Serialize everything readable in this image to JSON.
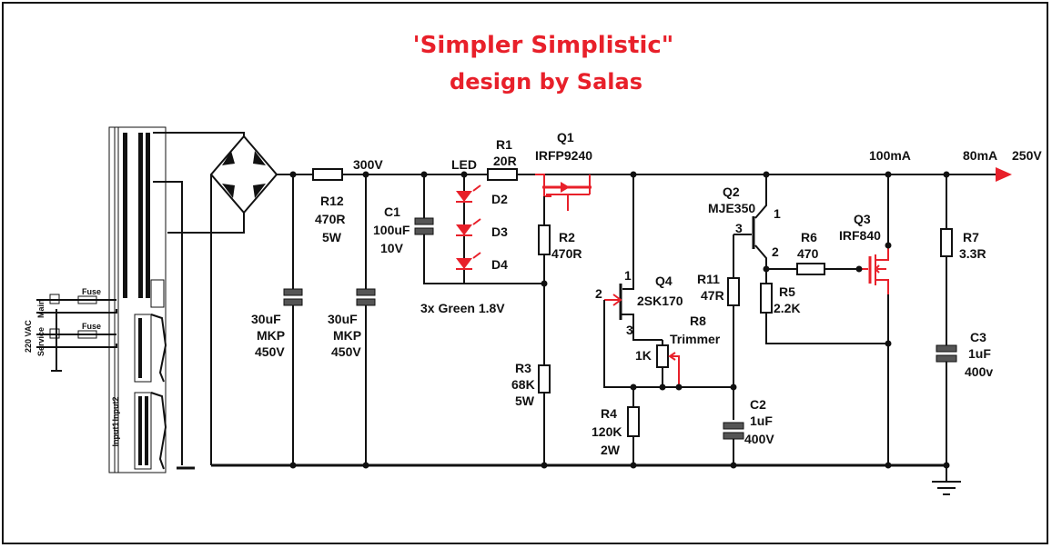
{
  "title": "'Simpler Simplistic\"",
  "subtitle": "design by Salas",
  "colors": {
    "accent": "#e8202a",
    "wire": "#111111"
  },
  "mains": {
    "voltage": "220 VAC",
    "main": "Main",
    "service": "Service",
    "fuse1": "Fuse",
    "fuse2": "Fuse",
    "input1": "Input1",
    "input2": "Input2"
  },
  "rails": {
    "v300": "300V",
    "led": "LED",
    "i100": "100mA",
    "i80": "80mA",
    "out": "250V"
  },
  "components": {
    "r1": {
      "ref": "R1",
      "value": "20R"
    },
    "q1": {
      "ref": "Q1",
      "value": "IRFP9240"
    },
    "r12": {
      "ref": "R12",
      "value": "470R",
      "rating": "5W"
    },
    "c1": {
      "ref": "C1",
      "value": "100uF",
      "rating": "10V"
    },
    "d2": "D2",
    "d3": "D3",
    "d4": "D4",
    "leds_note": "3x Green 1.8V",
    "r2": {
      "ref": "R2",
      "value": "470R"
    },
    "cap_a": {
      "value": "30uF",
      "type": "MKP",
      "rating": "450V"
    },
    "cap_b": {
      "value": "30uF",
      "type": "MKP",
      "rating": "450V"
    },
    "q4": {
      "ref": "Q4",
      "value": "2SK170",
      "pin1": "1",
      "pin2": "2",
      "pin3": "3"
    },
    "r8": {
      "ref": "R8",
      "value": "Trimmer",
      "r": "1K"
    },
    "r3": {
      "ref": "R3",
      "value": "68K",
      "rating": "5W"
    },
    "r4": {
      "ref": "R4",
      "value": "120K",
      "rating": "2W"
    },
    "q2": {
      "ref": "Q2",
      "value": "MJE350",
      "pin1": "1",
      "pin2": "2",
      "pin3": "3"
    },
    "r11": {
      "ref": "R11",
      "value": "47R"
    },
    "r6": {
      "ref": "R6",
      "value": "470"
    },
    "q3": {
      "ref": "Q3",
      "value": "IRF840"
    },
    "r5": {
      "ref": "R5",
      "value": "2.2K"
    },
    "c2": {
      "ref": "C2",
      "value": "1uF",
      "rating": "400V"
    },
    "r7": {
      "ref": "R7",
      "value": "3.3R"
    },
    "c3": {
      "ref": "C3",
      "value": "1uF",
      "rating": "400v"
    }
  }
}
